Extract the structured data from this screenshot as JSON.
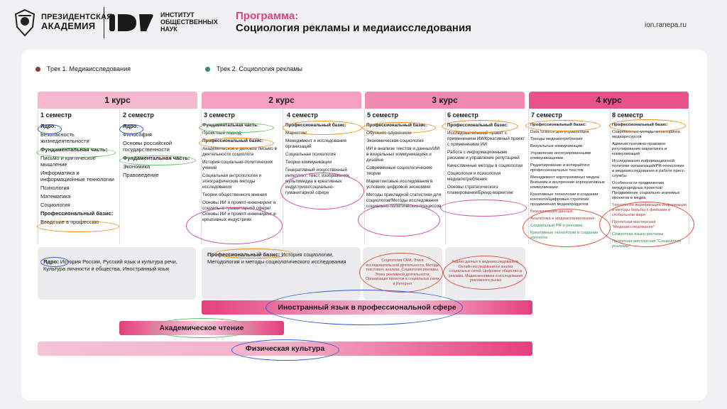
{
  "header": {
    "org1_line1": "ПРЕЗИДЕНТСКАЯ",
    "org1_line2": "АКАДЕМИЯ",
    "org2_line1": "ИНСТИТУТ",
    "org2_line2": "ОБЩЕСТВЕННЫХ",
    "org2_line3": "НАУК",
    "program_label": "Программа:",
    "program_title": "Социология рекламы и медиаисследования",
    "site": "ion.ranepa.ru"
  },
  "tracks": [
    {
      "label": "Трек 1. Медиаисследования",
      "color": "#8b3a3a"
    },
    {
      "label": "Трек 2. Социология рекламы",
      "color": "#3a8a5a"
    }
  ],
  "courses": [
    "1 курс",
    "2 курс",
    "3 курс",
    "4 курс"
  ],
  "semesters": [
    "1 семестр",
    "2 семестр",
    "3 семестр",
    "4 семестр",
    "5 семестр",
    "6 семестр",
    "7 семестр",
    "8 семестр"
  ],
  "s1": {
    "core_label": "Ядро:",
    "core": [
      "Безопасность жизнедеятельности"
    ],
    "fund_label": "Фундаментальная часть:",
    "fund": [
      "Письмо и критическое мышление",
      "Информатика и информационные технологии",
      "Психология",
      "Математика",
      "Социология"
    ],
    "prof_label": "Профессиональный базис:",
    "prof": [
      "Введение в профессию"
    ]
  },
  "s2": {
    "core_label": "Ядро:",
    "core": [
      "Философия",
      "Основы российской государственности"
    ],
    "fund_label": "Фундаментальная часть:",
    "fund": [
      "Экономика",
      "Правоведение"
    ]
  },
  "s3": {
    "fund_label": "Фундаментальная часть:",
    "fund": [
      "Проектный подход"
    ],
    "prof_label": "Профессиональный базис:",
    "prof": [
      "Академическое и деловое письмо в деятельности социолога",
      "История социально-политических учений",
      "Социальная антропология и этнографические методы исследования",
      "Теории общественного мнения",
      "Основы ИИ и промпт-инжиниринг в социально-гуманитарной сфере/Основы ИИ и промпт-инжиниринг в креативных индустриях"
    ]
  },
  "s4": {
    "prof_label": "Профессиональный базис:",
    "prof": [
      "Маркетинг",
      "Менеджмент и исследования организаций",
      "Социальная психология",
      "Теории коммуникации",
      "Генеративный искусственный интеллект: текст, изображения, мультимедиа в креативных индустриях/социально-гуманитарной сфере"
    ]
  },
  "s5": {
    "prof_label": "Профессиональный базис:",
    "prof": [
      "Обучение служением",
      "Экономическая социология",
      "ИИ в анализе текстов и данных/ИИ в визуальных коммуникациях и дизайне",
      "Современные социологические теории",
      "Маркетинговые исследования в условиях цифровой экономики",
      "Методы прикладной статистики для социологов/Методы исследования социально-политических процессов"
    ]
  },
  "s6": {
    "prof_label": "Профессиональный базис:",
    "prof": [
      "Исследовательский проект с применением ИИ/Креативный проект с применением ИИ",
      "Работа с информационными рисками и управление репутацией",
      "Качественные методы в социологии",
      "Социология и психология медиапотребления",
      "Основы стратегического планирования/Бренд-маркетинг"
    ]
  },
  "s7": {
    "prof_label": "Профессиональный базис:",
    "prof": [
      "Data Science для управленцев",
      "Тренды медиапотребления",
      "Визуальные коммуникации",
      "Управление интегрированными коммуникациями",
      "Редактирование и копирайтинг профессиональных текстов",
      "Менеджмент корпоративных медиа/Внешние и внутренние корпоративные коммуникации",
      "Креативные технологии в создании контента/Цифровые стратегии продвижения медиапродуктов"
    ],
    "track1": [
      "Визуализация данных",
      "Аналитика и медиапланирование"
    ],
    "track2": [
      "Социальный PR и реклама",
      "Креативные технологии в создании контента"
    ]
  },
  "s8": {
    "prof_label": "Профессиональный базис:",
    "prof": [
      "Современные методы мониторинга медиаресурсов",
      "Административно-правовое регулирование маркетинга и коммуникаций",
      "Исследования информационной политики организаций/PR-технологии и медиаисследования в работе пресс-службы",
      "Особенности продвижения международных проектов/Продвижение социально-значимых проектов в медиа"
    ],
    "track1": [
      "Технологии верификации информации и методы борьбы с фейками в глобальном мире",
      "Проектная мастерская \"Медиаисследования\""
    ],
    "track2": [
      "Семиотика языка рекламы",
      "Проектная мастерская \"Социология рекламы\""
    ]
  },
  "bottom": {
    "core_label": "Ядро:",
    "core_text": "История России, Русский язык и культура речи, Культура личности и общества, Иностранный язык",
    "prof_label": "Профессиональный базис:",
    "prof_text": "История социологии, Методология и методы социологического исследования",
    "s5_text": "Социология СМИ, Этика исследовательской деятельности, Методы текстового анализа, Социология рекламы, Этика рекламной деятельности, Организация проектов в социальных сетях и Интернет",
    "s6_text": "Анализ данных в медиаисследованиях, Онлайн-исследования и анализ социальных сетей, Цифровое общество и реклама, Медиаэкономика и исследования рекламного рынка"
  },
  "bars": {
    "foreign": "Иностранный язык в профессиональной сфере",
    "academic": "Академическое чтение",
    "pe": "Физическая культура"
  }
}
